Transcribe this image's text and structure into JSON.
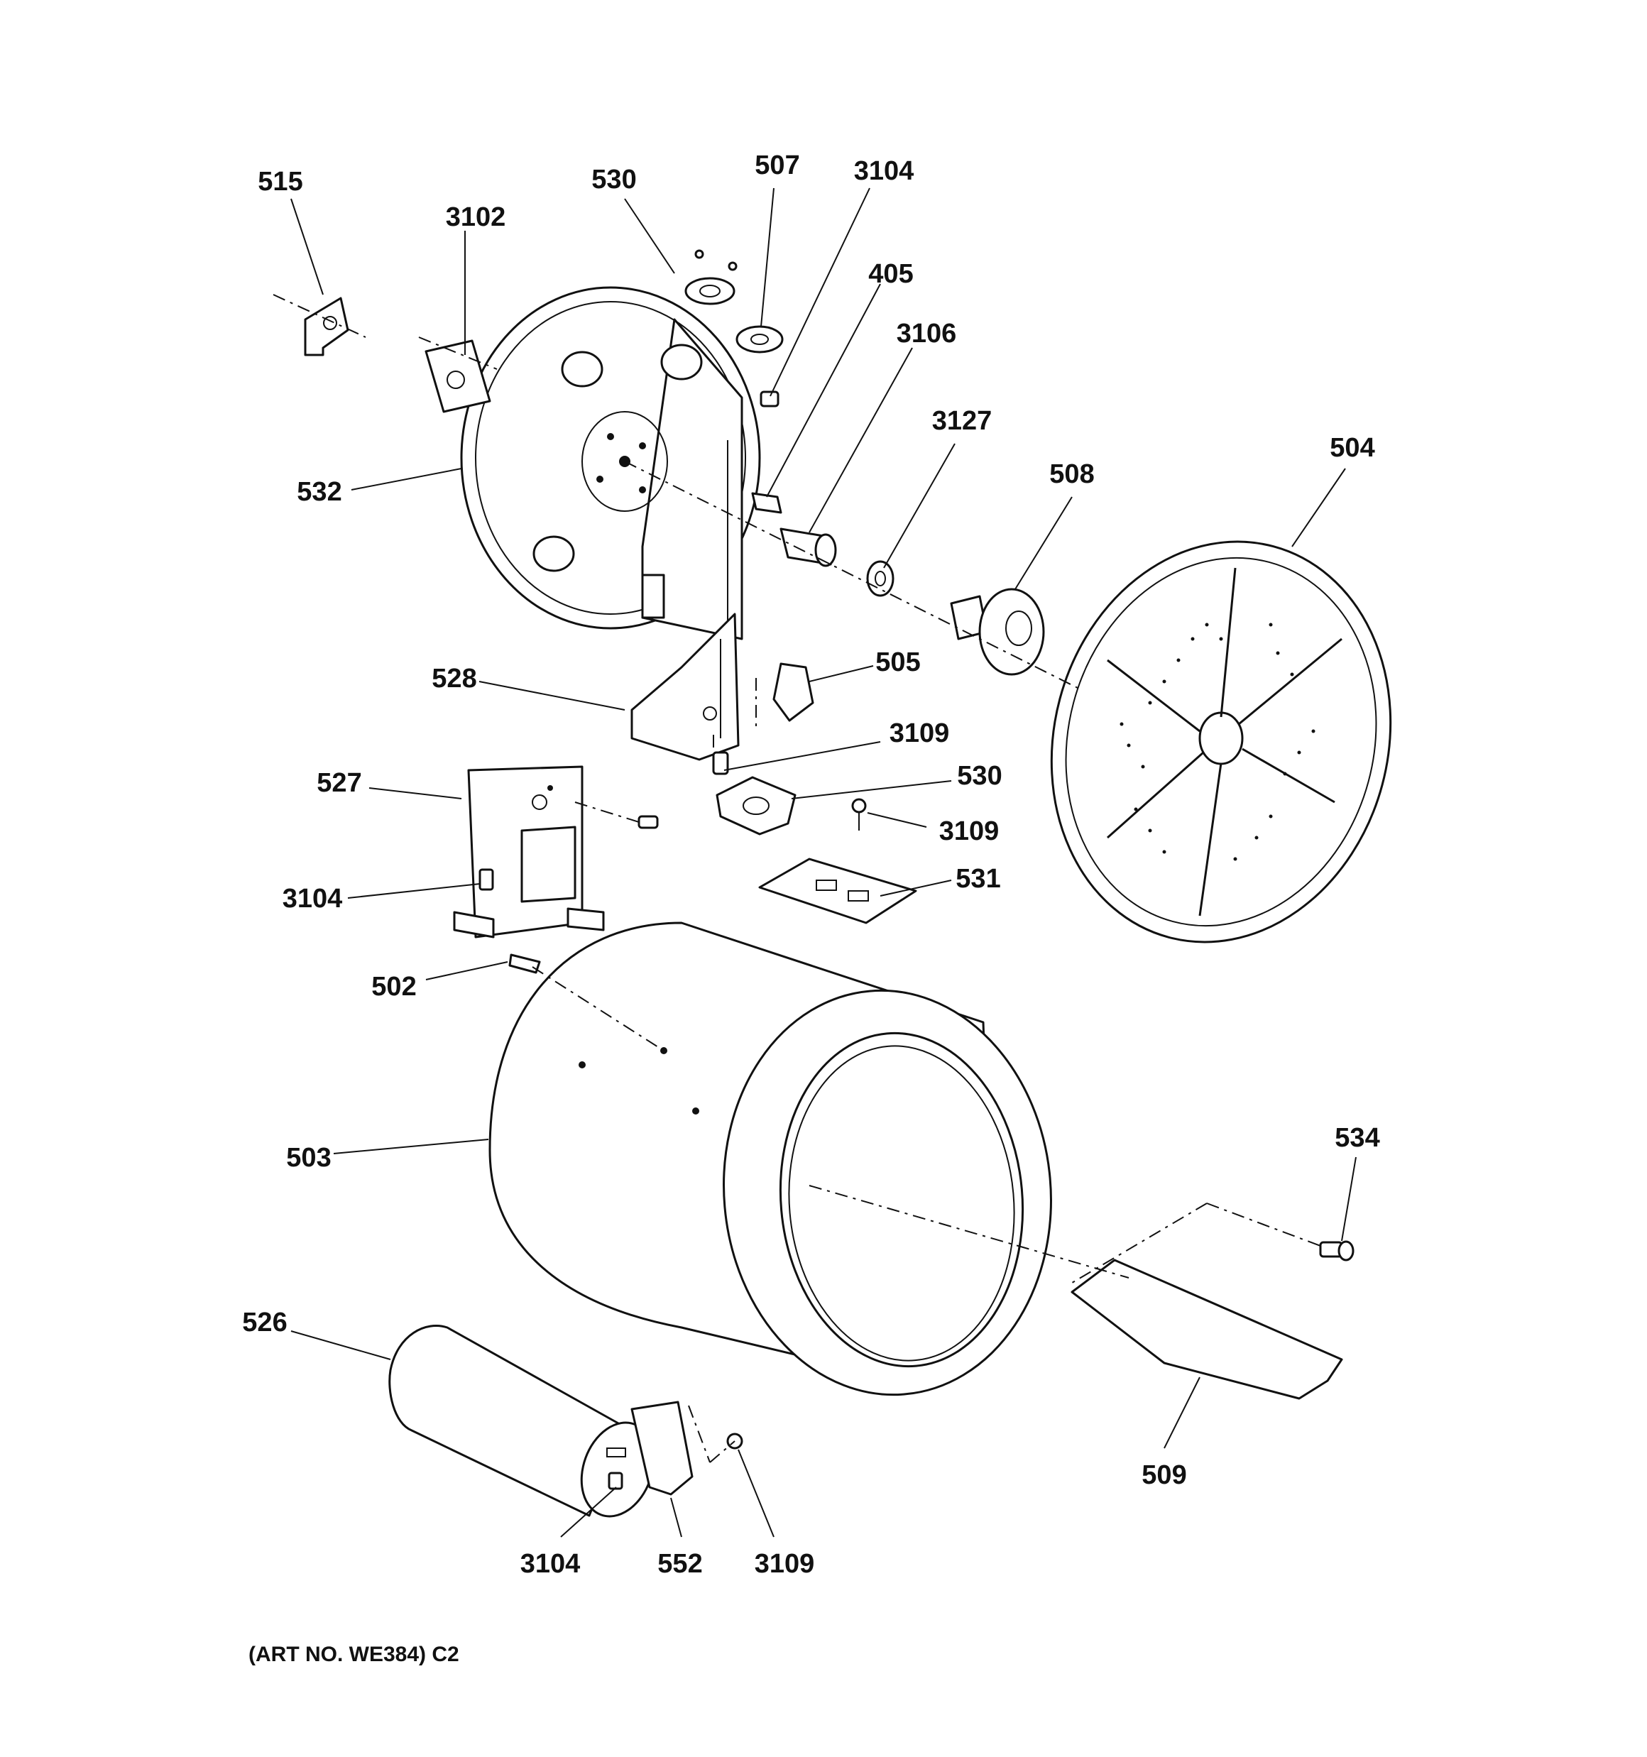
{
  "diagram": {
    "callouts": {
      "c515": "515",
      "c3102": "3102",
      "c530_top": "530",
      "c507": "507",
      "c3104_top": "3104",
      "c405": "405",
      "c3106": "3106",
      "c3127": "3127",
      "c508": "508",
      "c504": "504",
      "c532": "532",
      "c528": "528",
      "c505": "505",
      "c3109_a": "3109",
      "c530_mid": "530",
      "c3109_b": "3109",
      "c527": "527",
      "c3104_mid": "3104",
      "c531": "531",
      "c502": "502",
      "c503": "503",
      "c534": "534",
      "c526": "526",
      "c509": "509",
      "c3104_bot": "3104",
      "c552": "552",
      "c3109_bot": "3109"
    },
    "art_number": "(ART NO. WE384) C2"
  }
}
